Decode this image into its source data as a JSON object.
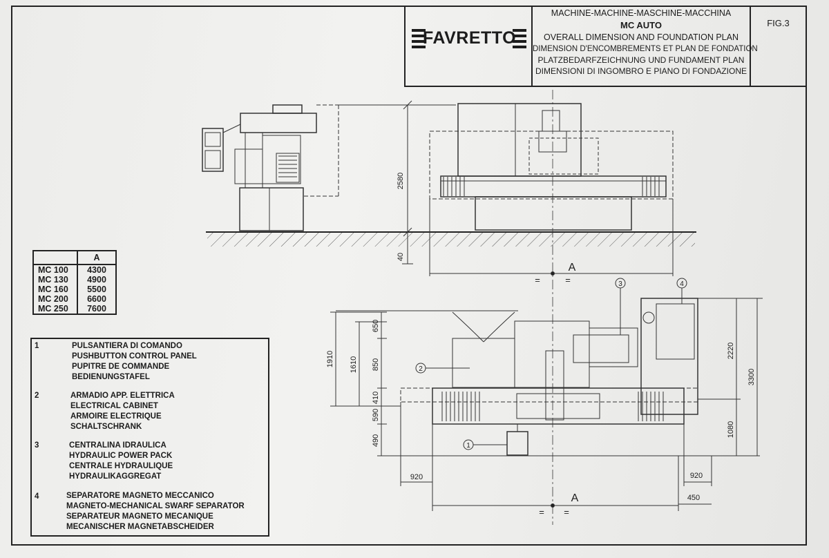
{
  "title_block": {
    "logo": "FAVRETTO",
    "line1": "MACHINE-MACHINE-MASCHINE-MACCHINA",
    "line2": "MC   AUTO",
    "line3": "OVERALL DIMENSION AND FOUNDATION PLAN",
    "line4": "DIMENSION D'ENCOMBREMENTS ET PLAN DE FONDATION",
    "line5": "PLATZBEDARFZEICHNUNG UND FUNDAMENT PLAN",
    "line6": "DIMENSIONI DI INGOMBRO E PIANO DI FONDAZIONE",
    "fig": "FIG.3"
  },
  "model_table": {
    "header": "A",
    "rows": [
      {
        "model": "MC 100",
        "a": "4300"
      },
      {
        "model": "MC 130",
        "a": "4900"
      },
      {
        "model": "MC 160",
        "a": "5500"
      },
      {
        "model": "MC 200",
        "a": "6600"
      },
      {
        "model": "MC 250",
        "a": "7600"
      }
    ]
  },
  "legend": [
    {
      "num": "1",
      "lines": [
        "PULSANTIERA DI COMANDO",
        "PUSHBUTTON CONTROL PANEL",
        "PUPITRE DE COMMANDE",
        "BEDIENUNGSTAFEL"
      ]
    },
    {
      "num": "2",
      "lines": [
        "ARMADIO APP. ELETTRICA",
        "ELECTRICAL CABINET",
        "ARMOIRE ELECTRIQUE",
        "SCHALTSCHRANK"
      ]
    },
    {
      "num": "3",
      "lines": [
        "CENTRALINA IDRAULICA",
        "HYDRAULIC POWER PACK",
        "CENTRALE HYDRAULIQUE",
        "HYDRAULIKAGGREGAT"
      ]
    },
    {
      "num": "4",
      "lines": [
        "SEPARATORE MAGNETO MECCANICO",
        "MAGNETO-MECHANICAL SWARF SEPARATOR",
        "SEPARATEUR MAGNETO MECANIQUE",
        "MECANISCHER MAGNETABSCHEIDER"
      ]
    }
  ],
  "dimensions": {
    "height": "2580",
    "foundation_depth": "40",
    "a_label": "A",
    "equal": "=",
    "v1": "1910",
    "v2": "1610",
    "v3": "650",
    "v4": "850",
    "v5": "410",
    "v6": "590",
    "v7": "490",
    "v8": "2220",
    "v9": "3300",
    "v10": "1080",
    "h1": "920",
    "h2": "920",
    "h3": "450"
  },
  "callouts": [
    "1",
    "2",
    "3",
    "4"
  ]
}
